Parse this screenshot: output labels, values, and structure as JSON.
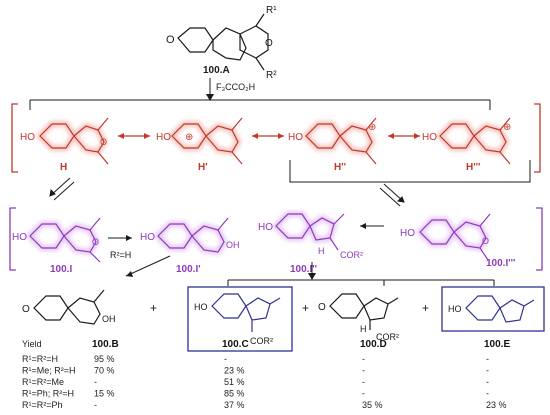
{
  "top": {
    "label": "100.A",
    "reagent": "F₃CCO₂H",
    "r1": "R¹",
    "r2": "R²"
  },
  "intermediates": [
    {
      "id": "H"
    },
    {
      "id": "H'"
    },
    {
      "id": "H''"
    },
    {
      "id": "H'''"
    }
  ],
  "middle": [
    {
      "id": "100.I"
    },
    {
      "id": "100.I'"
    },
    {
      "id": "100.I''"
    },
    {
      "id": "100.I'''"
    }
  ],
  "condition": "R²=H",
  "cor2": "COR²",
  "atoms": {
    "ho": "HO",
    "o": "O",
    "oh": "OH",
    "h": "H",
    "plus": "⊕"
  },
  "products": [
    {
      "id": "100.B",
      "boxed": false
    },
    {
      "id": "100.C",
      "boxed": true
    },
    {
      "id": "100.D",
      "boxed": false
    },
    {
      "id": "100.E",
      "boxed": true
    }
  ],
  "table": {
    "header": "Yield",
    "rows": [
      {
        "sub": "R¹=R²=H",
        "B": "95 %",
        "C": "-",
        "D": "-",
        "E": "-"
      },
      {
        "sub": "R¹=Me; R²=H",
        "B": "70 %",
        "C": "23 %",
        "D": "-",
        "E": "-"
      },
      {
        "sub": "R¹=R²=Me",
        "B": "-",
        "C": "51 %",
        "D": "-",
        "E": "-"
      },
      {
        "sub": "R¹=Ph; R²=H",
        "B": "15 %",
        "C": "85 %",
        "D": "-",
        "E": "-"
      },
      {
        "sub": "R¹=R²=Ph",
        "B": "-",
        "C": "37 %",
        "D": "35 %",
        "E": "23 %"
      }
    ]
  },
  "colors": {
    "bond": "#1a1a1a",
    "intermediate": "#c0392b",
    "intermediate_glow": "#f3c3bd",
    "cation": "#8e3bbd",
    "cation_glow": "#e6c8f3",
    "highlight_box": "#2e3192",
    "highlight_bond": "#2e3192"
  }
}
